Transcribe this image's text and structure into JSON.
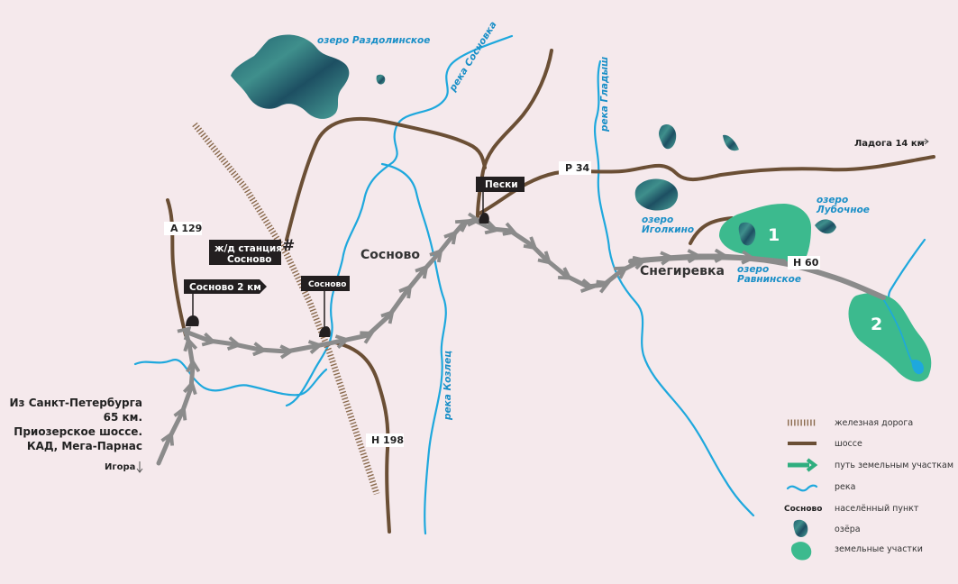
{
  "lakes": {
    "razdolinskoe": "озеро Раздолинское",
    "igolkino_1": "озеро",
    "igolkino_2": "Иголкино",
    "lubochnoe_1": "озеро",
    "lubochnoe_2": "Лубочное",
    "ravninskoe_1": "озеро",
    "ravninskoe_2": "Равнинское"
  },
  "rivers": {
    "sosnovka": "река Сосновка",
    "gladysh": "река Гладыш",
    "kozlets": "река Козлец"
  },
  "towns": {
    "sosnovo": "Сосново",
    "snegirevka": "Снегиревка"
  },
  "roads": {
    "a129": "А 129",
    "r34": "Р 34",
    "n60": "Н 60",
    "n198": "Н 198"
  },
  "directions": {
    "ladoga": "Ладога 14 км",
    "igora": "Игора"
  },
  "markers": {
    "peski": "Пески",
    "sosnovo_2km": "Сосново 2 км",
    "sosnovo_stop": "Сосново",
    "station_1": "ж/д станция",
    "station_2": "Сосново"
  },
  "plots": [
    "1",
    "2"
  ],
  "info_lines": [
    "Из Санкт-Петербурга",
    "65 км.",
    "Приозерское шоссе.",
    "КАД, Мега-Парнас"
  ],
  "legend": [
    {
      "icon": "railway",
      "label": "железная дорога"
    },
    {
      "icon": "highway",
      "label": "шоссе"
    },
    {
      "icon": "route-arrow",
      "label": "путь земельным участкам"
    },
    {
      "icon": "river",
      "label": "река"
    },
    {
      "icon": "settlement",
      "sample": "Сосново",
      "label": "населённый пункт"
    },
    {
      "icon": "lake",
      "label": "озёра"
    },
    {
      "icon": "land-plot",
      "label": "земельные участки"
    }
  ],
  "colors": {
    "background": "#f5e9ec",
    "river": "#1ea8dd",
    "road": "#6b4f35",
    "route": "#8b8b8b",
    "plot": "#3cba8e",
    "marker": "#231f20"
  }
}
